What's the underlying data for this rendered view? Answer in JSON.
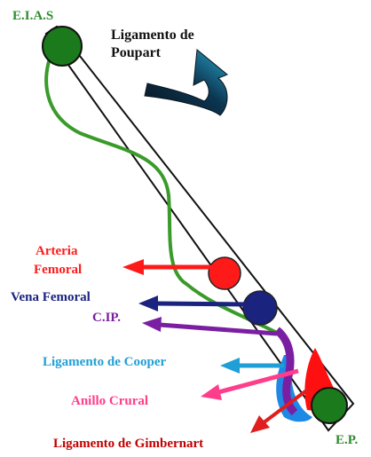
{
  "labels": {
    "eias": "E.I.A.S",
    "ligamento_poupart_line1": "Ligamento de",
    "ligamento_poupart_line2": "Poupart",
    "arteria_line1": "Arteria",
    "arteria_line2": "Femoral",
    "vena": "Vena Femoral",
    "cip": "C.IP.",
    "cooper": "Ligamento de Cooper",
    "anillo": "Anillo Crural",
    "gimbernat": "Ligamento de Gimbernart",
    "ep": "E.P."
  },
  "colors": {
    "eias": "#2e8b2e",
    "ep": "#2e8b2e",
    "poupart": "#111111",
    "arteria": "#ff1a1a",
    "vena": "#1a237e",
    "cip": "#7b1fa2",
    "cooper": "#1f9fd6",
    "anillo": "#ff3d8a",
    "gimbernat": "#e11d1d",
    "bone": "#1b7a1b",
    "psoas_band": "#3a9a2a",
    "gimbernat_fill": "#ff1010",
    "cooper_fill": "#1e88e5"
  },
  "icons": {
    "curved_arrow": "curved-arrow-icon"
  }
}
